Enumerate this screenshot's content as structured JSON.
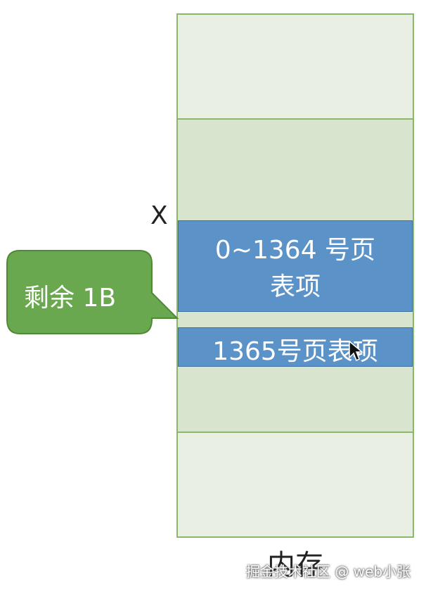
{
  "diagram": {
    "marker_label": "X",
    "callout": {
      "text": "剩余 1B",
      "color": "#6aa84f"
    },
    "memory": {
      "label": "内存",
      "page_table_1": {
        "line1": "0~1364 号页",
        "line2": "表项"
      },
      "page_table_2": {
        "text": "1365号页表项"
      },
      "colors": {
        "block_light": "#e9efe3",
        "block_mid": "#d8e4cd",
        "border": "#8ab86a",
        "page_table": "#5b92c8"
      }
    }
  },
  "watermark": "掘金技术社区 @ web小张",
  "icons": {
    "cursor": "mouse-pointer-icon"
  }
}
